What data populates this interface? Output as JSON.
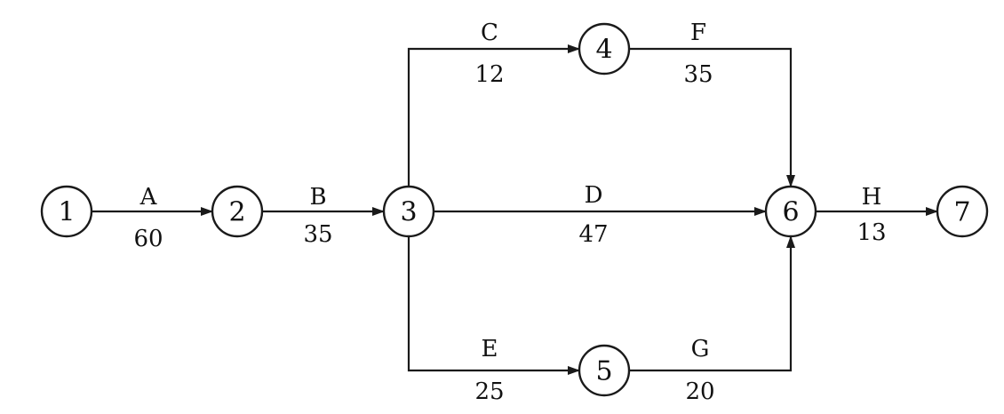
{
  "diagram": {
    "nodes": [
      {
        "id": "1",
        "label": "1"
      },
      {
        "id": "2",
        "label": "2"
      },
      {
        "id": "3",
        "label": "3"
      },
      {
        "id": "4",
        "label": "4"
      },
      {
        "id": "5",
        "label": "5"
      },
      {
        "id": "6",
        "label": "6"
      },
      {
        "id": "7",
        "label": "7"
      }
    ],
    "activities": [
      {
        "from": "1",
        "to": "2",
        "name": "A",
        "duration": "60"
      },
      {
        "from": "2",
        "to": "3",
        "name": "B",
        "duration": "35"
      },
      {
        "from": "3",
        "to": "4",
        "name": "C",
        "duration": "12"
      },
      {
        "from": "3",
        "to": "6",
        "name": "D",
        "duration": "47"
      },
      {
        "from": "3",
        "to": "5",
        "name": "E",
        "duration": "25"
      },
      {
        "from": "4",
        "to": "6",
        "name": "F",
        "duration": "35"
      },
      {
        "from": "5",
        "to": "6",
        "name": "G",
        "duration": "20"
      },
      {
        "from": "6",
        "to": "7",
        "name": "H",
        "duration": "13"
      }
    ],
    "line_color": "#1a1a1a",
    "text_color": "#111111"
  }
}
